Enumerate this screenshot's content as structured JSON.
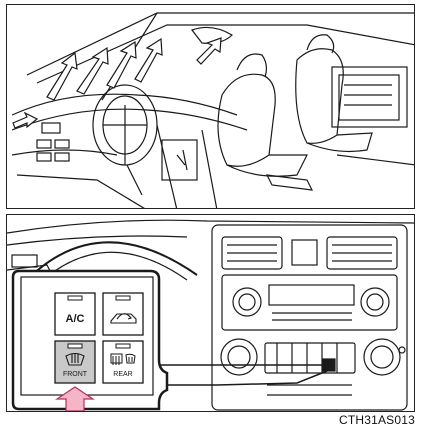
{
  "caption": "CTH31AS013",
  "buttons": {
    "ac_label": "A/C",
    "front_label": "FRONT",
    "rear_label": "REAR"
  },
  "colors": {
    "line": "#1a1a1a",
    "highlight_button": "#c9c9c9",
    "arrow_fill": "#f4b6c6",
    "arrow_stroke": "#b03060"
  },
  "icons": {
    "recirc": "air-recirculation-icon",
    "front_defrost": "front-defroster-icon",
    "rear_defrost": "rear-defroster-icon"
  }
}
